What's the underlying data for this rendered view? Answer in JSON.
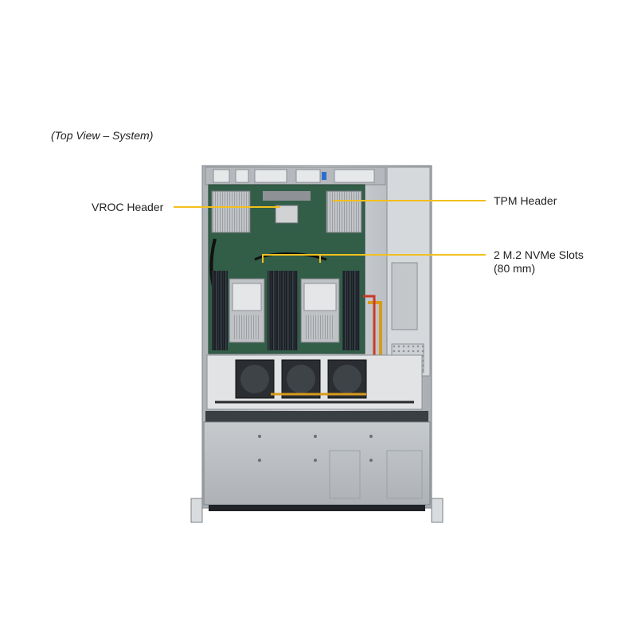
{
  "caption": "(Top View – System)",
  "callouts": {
    "vroc": "VROC Header",
    "tpm": "TPM Header",
    "m2_line1": "2 M.2 NVMe Slots",
    "m2_line2": "(80 mm)"
  },
  "colors": {
    "leader_line": "#f2c01e",
    "chassis": "#c9cdd1",
    "motherboard": "#2f5a45",
    "heatsink": "#b9bcbf",
    "dimm": "#1b1f24"
  }
}
